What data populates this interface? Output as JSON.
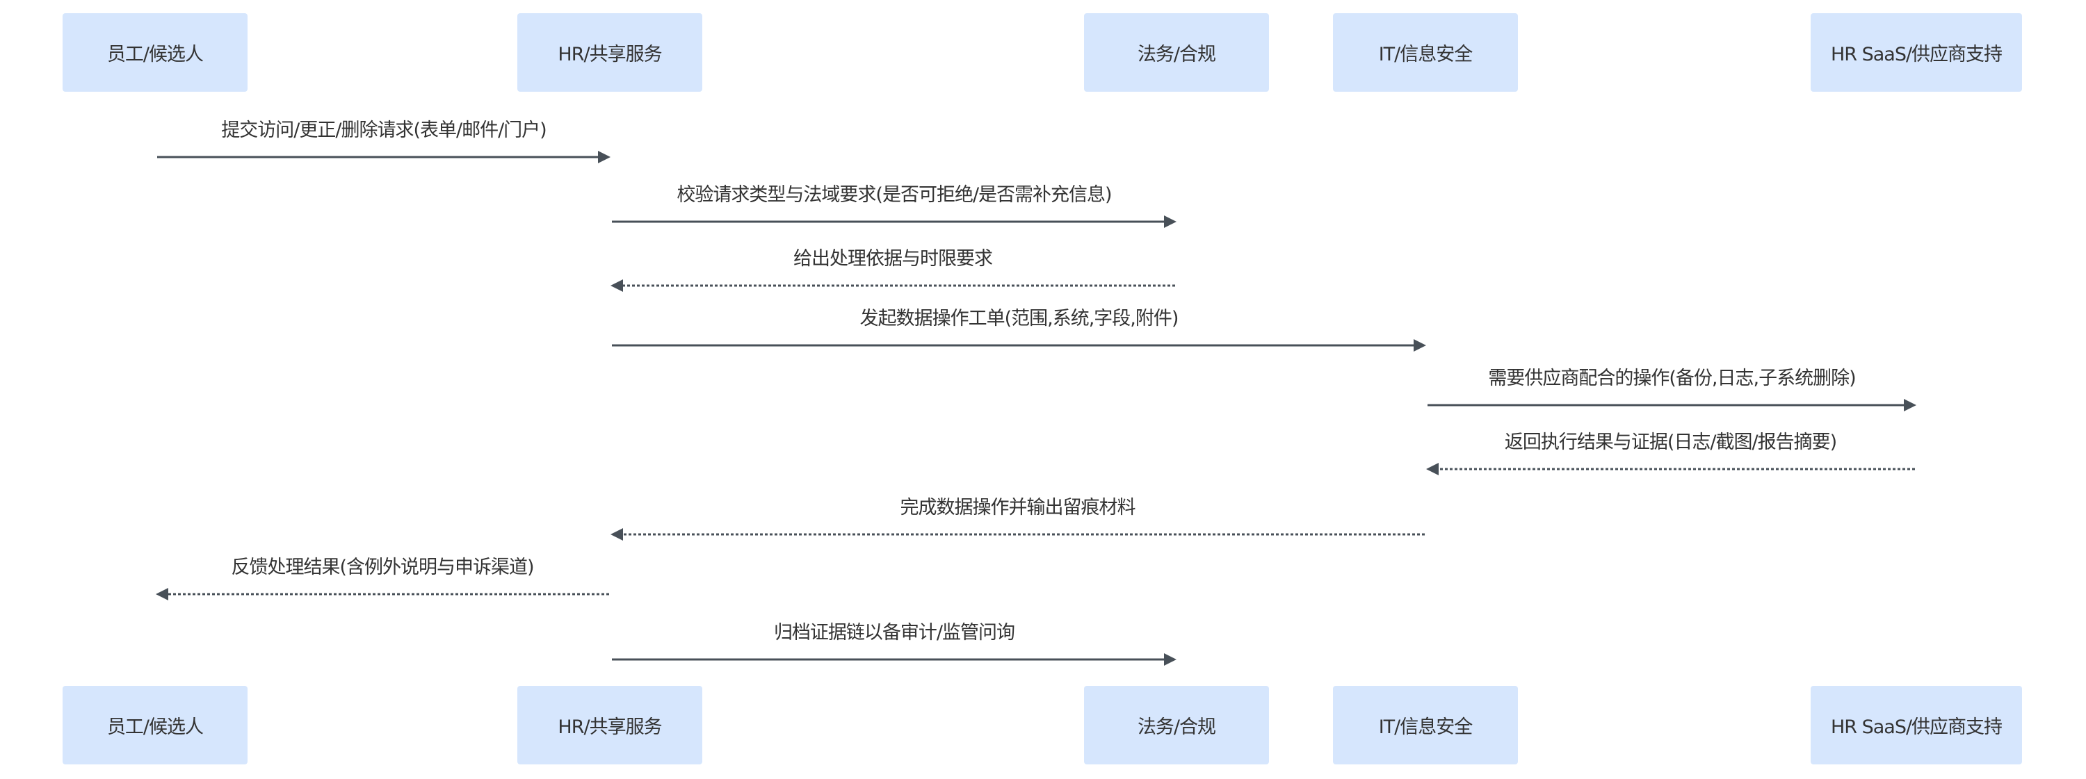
{
  "participants": [
    "员工/候选人",
    "HR/共享服务",
    "法务/合规",
    "IT/信息安全",
    "HR SaaS/供应商支持"
  ],
  "messages": [
    {
      "from": 0,
      "to": 1,
      "style": "solid",
      "label": "提交访问/更正/删除请求(表单/邮件/门户)"
    },
    {
      "from": 1,
      "to": 2,
      "style": "solid",
      "label": "校验请求类型与法域要求(是否可拒绝/是否需补充信息)"
    },
    {
      "from": 2,
      "to": 1,
      "style": "dashed",
      "label": "给出处理依据与时限要求"
    },
    {
      "from": 1,
      "to": 3,
      "style": "solid",
      "label": "发起数据操作工单(范围,系统,字段,附件)"
    },
    {
      "from": 3,
      "to": 4,
      "style": "solid",
      "label": "需要供应商配合的操作(备份,日志,子系统删除)"
    },
    {
      "from": 4,
      "to": 3,
      "style": "dashed",
      "label": "返回执行结果与证据(日志/截图/报告摘要)"
    },
    {
      "from": 3,
      "to": 1,
      "style": "dashed",
      "label": "完成数据操作并输出留痕材料"
    },
    {
      "from": 1,
      "to": 0,
      "style": "dashed",
      "label": "反馈处理结果(含例外说明与申诉渠道)"
    },
    {
      "from": 1,
      "to": 2,
      "style": "solid",
      "label": "归档证据链以备审计/监管问询"
    }
  ],
  "colors": {
    "actor_fill": "#d6e6fd",
    "arrow": "#485058",
    "text": "#333333"
  }
}
